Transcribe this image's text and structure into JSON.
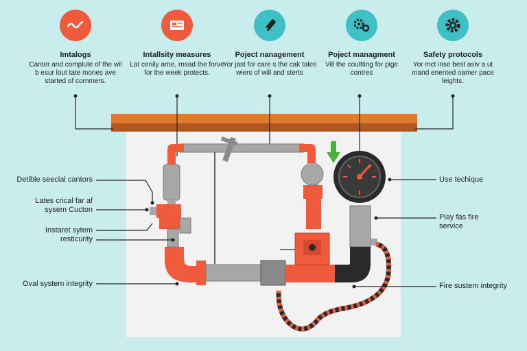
{
  "colors": {
    "background": "#c9ecec",
    "red": "#ef5a3c",
    "teal": "#3fc0c4",
    "orange": "#e07a2e",
    "pipe": "#a7a7a7",
    "dark": "#2a2a2a",
    "green": "#4caf3a"
  },
  "top_items": [
    {
      "icon": "waveform-icon",
      "title": "Imtalogs",
      "desc": "Canter and complute of the wil b esur lout tate mones ave started of cornmers."
    },
    {
      "icon": "document-icon",
      "title": "Intallsity measures",
      "desc": "Lat cenily arne, rnsad the forve for the week protects."
    },
    {
      "icon": "wrench-icon",
      "title": "Poject nanagement",
      "desc": "Yor jast for care s the cak tales wiers of will and sterts"
    },
    {
      "icon": "gears-icon",
      "title": "Poject managment",
      "desc": "Vill the coultting for pige contres"
    },
    {
      "icon": "gear-icon",
      "title": "Safety protocols",
      "desc": "Yor mct inse best asiv a ut mand enented oamer pace leights."
    }
  ],
  "left_labels": [
    "Detible seecial cantors",
    "Lates crical far af sysem Cucton",
    "Instaret sytem resticurity",
    "Oval system integrity"
  ],
  "right_labels": [
    "Use techique",
    "Play fas fire service",
    "Fire sustem integrity"
  ]
}
